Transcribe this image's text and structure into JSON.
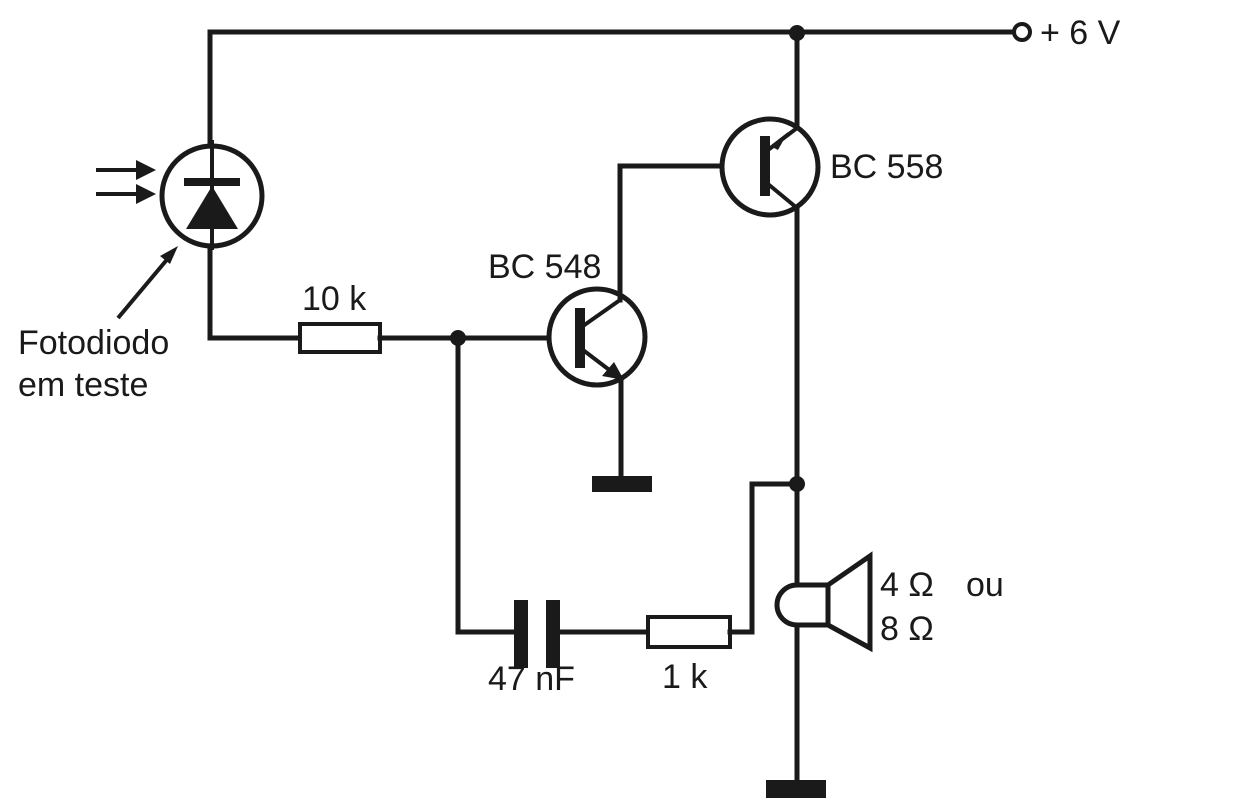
{
  "labels": {
    "supply": "+ 6 V",
    "q2": "BC 558",
    "q1": "BC 548",
    "r1": "10 k",
    "r2": "1 k",
    "c1": "47 nF",
    "speaker": {
      "line1": "4 Ω",
      "line1_extra": "ou",
      "line2": "8 Ω"
    },
    "photodiode": {
      "line1": "Fotodiodo",
      "line2": "em teste"
    }
  },
  "colors": {
    "ink": "#1a1a1a",
    "background": "#ffffff"
  }
}
